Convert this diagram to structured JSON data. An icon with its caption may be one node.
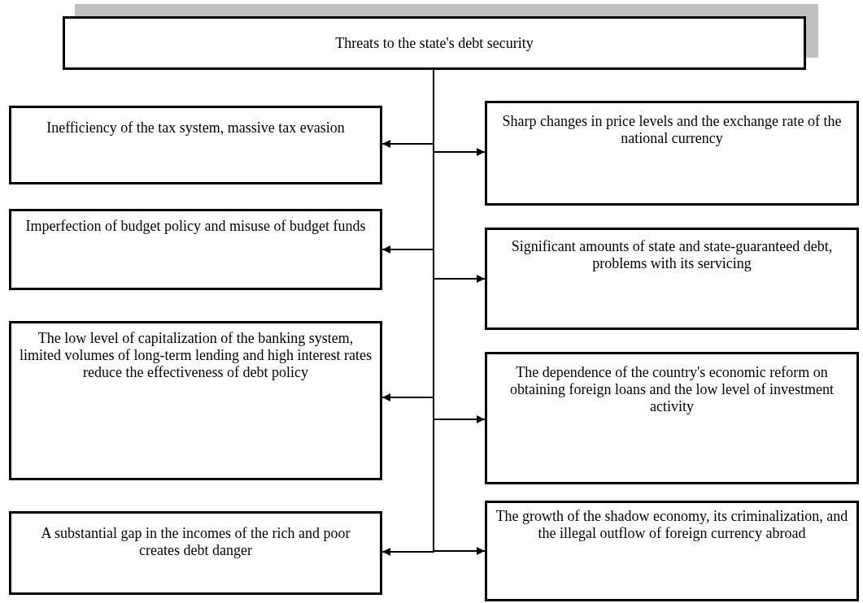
{
  "diagram": {
    "nodes": [
      {
        "text": [
          "Threats to the state's debt security"
        ]
      },
      {
        "text": [
          "Inefficiency of the tax system, massive tax evasion"
        ]
      },
      {
        "text": [
          "Sharp changes in price levels and the exchange rate of the national currency"
        ]
      },
      {
        "text": [
          "Imperfection of budget policy and misuse of budget funds"
        ]
      },
      {
        "text": [
          "Significant amounts of state and state-guaranteed debt, problems with its servicing"
        ]
      },
      {
        "text": [
          "The low level of capitalization of the banking system, limited volumes of long-term lending and high interest rates reduce the effectiveness of debt policy"
        ]
      },
      {
        "text": [
          "The dependence of the country's economic reform on obtaining foreign loans and the low level of investment activity"
        ]
      },
      {
        "text": [
          "A substantial gap in the incomes of the rich and poor creates debt danger"
        ]
      },
      {
        "text": [
          "The growth of the shadow economy, its criminalization, and the illegal outflow of foreign currency abroad"
        ]
      }
    ],
    "edges": [
      {
        "from": 0,
        "to": 1,
        "arrow": "to"
      },
      {
        "from": 0,
        "to": 2,
        "arrow": "to"
      },
      {
        "from": 0,
        "to": 3,
        "arrow": "to"
      },
      {
        "from": 0,
        "to": 4,
        "arrow": "to"
      },
      {
        "from": 0,
        "to": 5,
        "arrow": "to"
      },
      {
        "from": 0,
        "to": 6,
        "arrow": "to"
      },
      {
        "from": 0,
        "to": 7,
        "arrow": "to"
      },
      {
        "from": 0,
        "to": 8,
        "arrow": "to"
      }
    ]
  }
}
